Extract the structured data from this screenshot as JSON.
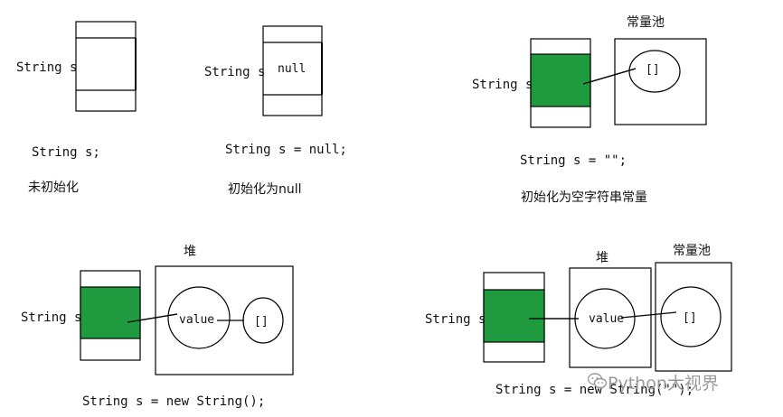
{
  "panel1": {
    "var_label": "String s",
    "code": "String s;",
    "desc": "未初始化"
  },
  "panel2": {
    "var_label": "String s",
    "cell_value": "null",
    "code": "String s = null;",
    "desc": "初始化为null"
  },
  "panel3": {
    "pool_title": "常量池",
    "var_label": "String s",
    "pool_value": "[]",
    "code": "String s = \"\";",
    "desc": "初始化为空字符串常量"
  },
  "panel4": {
    "heap_title": "堆",
    "var_label": "String s",
    "value_label": "value",
    "array_value": "[]",
    "code": "String s = new String();"
  },
  "panel5": {
    "heap_title": "堆",
    "pool_title": "常量池",
    "var_label": "String s",
    "value_label": "value",
    "pool_value": "[]",
    "code": "String s = new String(\"\");"
  },
  "watermark": {
    "text": "Python大视界",
    "icon": "wechat-icon"
  },
  "colors": {
    "reference_cell": "#1f9a3f",
    "line": "#000000"
  }
}
